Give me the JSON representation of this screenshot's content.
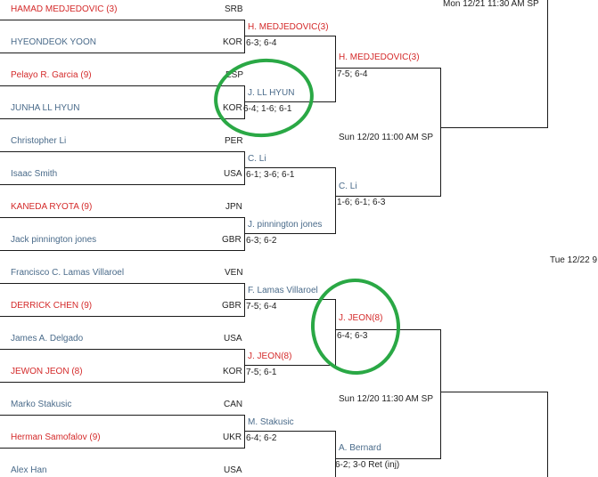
{
  "round1": [
    {
      "name": "HAMAD MEDJEDOVIC (3)",
      "seed": true,
      "country": "SRB"
    },
    {
      "name": "HYEONDEOK YOON",
      "seed": false,
      "country": "KOR"
    },
    {
      "name": "Pelayo R. Garcia (9)",
      "seed": true,
      "country": "ESP"
    },
    {
      "name": "JUNHA LL HYUN",
      "seed": false,
      "country": "KOR"
    },
    {
      "name": "Christopher Li",
      "seed": false,
      "country": "PER"
    },
    {
      "name": "Isaac Smith",
      "seed": false,
      "country": "USA"
    },
    {
      "name": "KANEDA RYOTA (9)",
      "seed": true,
      "country": "JPN"
    },
    {
      "name": "Jack pinnington jones",
      "seed": false,
      "country": "GBR"
    },
    {
      "name": "Francisco C. Lamas Villaroel",
      "seed": false,
      "country": "VEN"
    },
    {
      "name": "DERRICK CHEN (9)",
      "seed": true,
      "country": "GBR"
    },
    {
      "name": "James A. Delgado",
      "seed": false,
      "country": "USA"
    },
    {
      "name": "JEWON JEON (8)",
      "seed": true,
      "country": "KOR"
    },
    {
      "name": "Marko Stakusic",
      "seed": false,
      "country": "CAN"
    },
    {
      "name": "Herman Samofalov (9)",
      "seed": true,
      "country": "UKR"
    },
    {
      "name": "Alex Han",
      "seed": false,
      "country": "USA"
    }
  ],
  "round2": [
    {
      "name": "H. MEDJEDOVIC(3)",
      "score": "6-3; 6-4"
    },
    {
      "name": "J. LL HYUN",
      "score": "6-4; 1-6; 6-1"
    },
    {
      "name": "C. Li",
      "score": "6-1; 3-6; 6-1"
    },
    {
      "name": "J. pinnington jones",
      "score": "6-3; 6-2"
    },
    {
      "name": "F. Lamas Villaroel",
      "score": "7-5; 6-4"
    },
    {
      "name": "J. JEON(8)",
      "score": "7-5; 6-1"
    },
    {
      "name": "M. Stakusic",
      "score": "6-4; 6-2"
    }
  ],
  "round3": [
    {
      "name": "H. MEDJEDOVIC(3)",
      "score": "7-5; 6-4"
    },
    {
      "name": "C. Li",
      "score": "1-6; 6-1; 6-3"
    },
    {
      "name": "J. JEON(8)",
      "score": "6-4; 6-3"
    },
    {
      "name": "A. Bernard",
      "score": "6-2; 3-0 Ret (inj)"
    }
  ],
  "schedule": {
    "r3_top": "Sun 12/20 11:00 AM SP",
    "r3_bottom": "Sun 12/20 11:30 AM SP",
    "r4_top": "Mon 12/21 11:30 AM SP",
    "r5": "Tue 12/22 9"
  },
  "colors": {
    "seed_text": "#d42a2a",
    "name_text": "#3d5a75",
    "highlight_circle": "#2aa845",
    "lines": "#1a1a1a"
  }
}
